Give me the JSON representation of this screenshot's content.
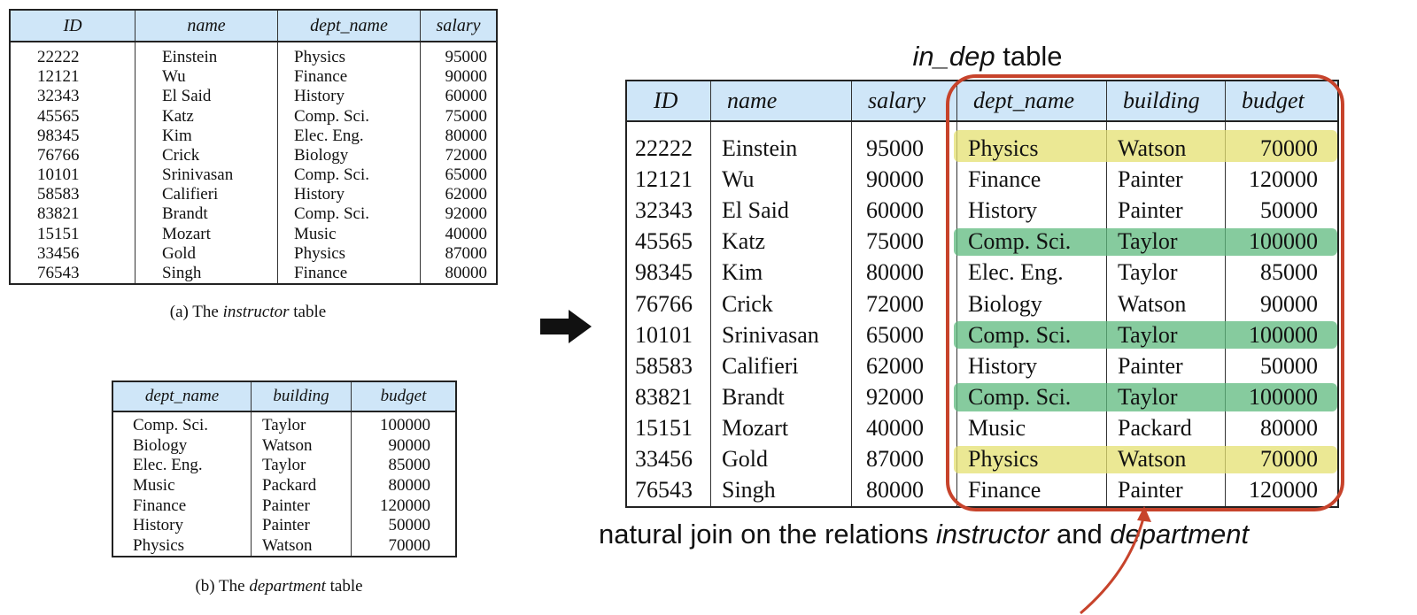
{
  "instructor": {
    "headers": [
      "ID",
      "name",
      "dept_name",
      "salary"
    ],
    "rows": [
      [
        "22222",
        "Einstein",
        "Physics",
        "95000"
      ],
      [
        "12121",
        "Wu",
        "Finance",
        "90000"
      ],
      [
        "32343",
        "El Said",
        "History",
        "60000"
      ],
      [
        "45565",
        "Katz",
        "Comp. Sci.",
        "75000"
      ],
      [
        "98345",
        "Kim",
        "Elec. Eng.",
        "80000"
      ],
      [
        "76766",
        "Crick",
        "Biology",
        "72000"
      ],
      [
        "10101",
        "Srinivasan",
        "Comp. Sci.",
        "65000"
      ],
      [
        "58583",
        "Califieri",
        "History",
        "62000"
      ],
      [
        "83821",
        "Brandt",
        "Comp. Sci.",
        "92000"
      ],
      [
        "15151",
        "Mozart",
        "Music",
        "40000"
      ],
      [
        "33456",
        "Gold",
        "Physics",
        "87000"
      ],
      [
        "76543",
        "Singh",
        "Finance",
        "80000"
      ]
    ],
    "caption_prefix": "(a) The ",
    "caption_italic": "instructor",
    "caption_suffix": " table"
  },
  "department": {
    "headers": [
      "dept_name",
      "building",
      "budget"
    ],
    "rows": [
      [
        "Comp. Sci.",
        "Taylor",
        "100000"
      ],
      [
        "Biology",
        "Watson",
        "90000"
      ],
      [
        "Elec. Eng.",
        "Taylor",
        "85000"
      ],
      [
        "Music",
        "Packard",
        "80000"
      ],
      [
        "Finance",
        "Painter",
        "120000"
      ],
      [
        "History",
        "Painter",
        "50000"
      ],
      [
        "Physics",
        "Watson",
        "70000"
      ]
    ],
    "caption_prefix": "(b) The ",
    "caption_italic": "department",
    "caption_suffix": " table"
  },
  "in_dep": {
    "title_italic": "in_dep",
    "title_suffix": " table",
    "headers": [
      "ID",
      "name",
      "salary",
      "dept_name",
      "building",
      "budget"
    ],
    "rows": [
      [
        "22222",
        "Einstein",
        "95000",
        "Physics",
        "Watson",
        "70000"
      ],
      [
        "12121",
        "Wu",
        "90000",
        "Finance",
        "Painter",
        "120000"
      ],
      [
        "32343",
        "El Said",
        "60000",
        "History",
        "Painter",
        "50000"
      ],
      [
        "45565",
        "Katz",
        "75000",
        "Comp. Sci.",
        "Taylor",
        "100000"
      ],
      [
        "98345",
        "Kim",
        "80000",
        "Elec. Eng.",
        "Taylor",
        "85000"
      ],
      [
        "76766",
        "Crick",
        "72000",
        "Biology",
        "Watson",
        "90000"
      ],
      [
        "10101",
        "Srinivasan",
        "65000",
        "Comp. Sci.",
        "Taylor",
        "100000"
      ],
      [
        "58583",
        "Califieri",
        "62000",
        "History",
        "Painter",
        "50000"
      ],
      [
        "83821",
        "Brandt",
        "92000",
        "Comp. Sci.",
        "Taylor",
        "100000"
      ],
      [
        "15151",
        "Mozart",
        "40000",
        "Music",
        "Packard",
        "80000"
      ],
      [
        "33456",
        "Gold",
        "87000",
        "Physics",
        "Watson",
        "70000"
      ],
      [
        "76543",
        "Singh",
        "80000",
        "Finance",
        "Painter",
        "120000"
      ]
    ],
    "highlighted_rows": [
      {
        "row": 0,
        "color": "yellow"
      },
      {
        "row": 3,
        "color": "green"
      },
      {
        "row": 6,
        "color": "green"
      },
      {
        "row": 8,
        "color": "green"
      },
      {
        "row": 10,
        "color": "yellow"
      }
    ],
    "caption_1": "natural join on the relations ",
    "caption_2": "instructor",
    "caption_3": " and ",
    "caption_4": "department"
  },
  "colors": {
    "header_bg": "#cfe6f8",
    "outline": "#c7432b",
    "yellow_highlight": "#e4e070",
    "green_highlight": "#5eba7e"
  }
}
